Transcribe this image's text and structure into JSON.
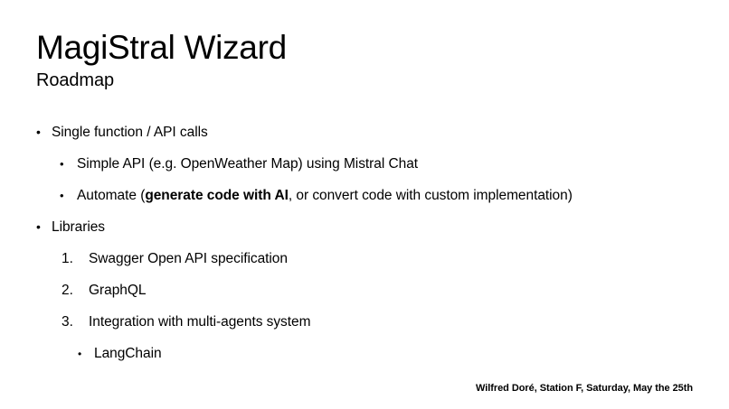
{
  "slide": {
    "title": "MagiStral Wizard",
    "subtitle": "Roadmap",
    "background_color": "#ffffff",
    "text_color": "#000000",
    "footer": "Wilfred Doré, Station F, Saturday, May the 25th",
    "outline": [
      {
        "level": 1,
        "marker": "•",
        "marker_type": "bullet",
        "text": "Single function / API calls"
      },
      {
        "level": 2,
        "marker": "•",
        "marker_type": "bullet",
        "text": "Simple API (e.g. OpenWeather Map) using Mistral Chat"
      },
      {
        "level": 2,
        "marker": "•",
        "marker_type": "bullet",
        "text_before_bold": "Automate (",
        "text_bold": "generate code with AI",
        "text_after_bold": ", or convert code with custom implementation)",
        "text": "Automate (generate code with AI, or convert code with custom implementation)"
      },
      {
        "level": 1,
        "marker": "•",
        "marker_type": "bullet",
        "text": "Libraries"
      },
      {
        "level": 2,
        "marker": "1.",
        "marker_type": "number",
        "text": "Swagger Open API specification"
      },
      {
        "level": 2,
        "marker": "2.",
        "marker_type": "number",
        "text": "GraphQL"
      },
      {
        "level": 2,
        "marker": "3.",
        "marker_type": "number",
        "text": "Integration with multi-agents system"
      },
      {
        "level": 3,
        "marker": "•",
        "marker_type": "bullet",
        "text": "LangChain"
      }
    ]
  }
}
